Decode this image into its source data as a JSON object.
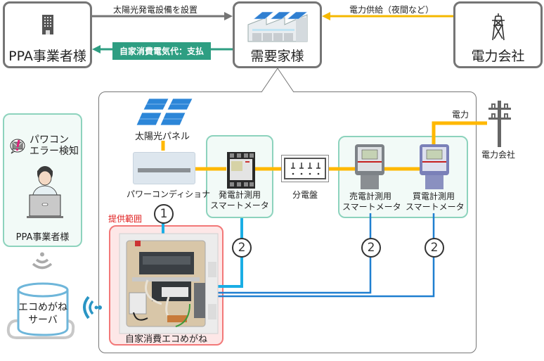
{
  "top": {
    "ppa_box": {
      "label": "PPA事業者様",
      "icon": "office-building-icon"
    },
    "customer_box": {
      "label": "需要家様",
      "icon": "factory-with-solar-icon"
    },
    "utility_box": {
      "label": "電力会社",
      "icon": "power-tower-icon"
    },
    "arrow_install": {
      "label": "太陽光発電設備を設置",
      "color": "#757575"
    },
    "arrow_payment": {
      "label": "自家消費電気代：支払",
      "color": "#2e9e82"
    },
    "arrow_supply": {
      "label": "電力供給（夜間など）",
      "color": "#f5b800"
    }
  },
  "left_panel": {
    "alert_label_line1": "パワコン",
    "alert_label_line2": "エラー検知",
    "alert_icon": "mail-alert-icon",
    "person_icon": "operator-with-laptop-icon",
    "person_label": "PPA事業者様"
  },
  "server": {
    "label_line1": "エコめがね",
    "label_line2": "サーバ",
    "wifi_icon": "wireless-signal-icon"
  },
  "diagram": {
    "solar_panel_label": "太陽光パネル",
    "power_conditioner_label": "パワーコンディショナ",
    "gen_meter_label_line1": "発電計測用",
    "gen_meter_label_line2": "スマートメータ",
    "distribution_board_label": "分電盤",
    "sell_meter_label_line1": "売電計測用",
    "sell_meter_label_line2": "スマートメータ",
    "buy_meter_label_line1": "買電計測用",
    "buy_meter_label_line2": "スマートメータ",
    "power_label": "電力",
    "utility_pole_label": "電力会社",
    "scope_label": "提供範囲",
    "device_label": "自家消費エコめがね",
    "circle_1": "1",
    "circle_2": "2",
    "colors": {
      "power_line": "#ffb800",
      "signal_line_thick": "#1aaee5",
      "signal_line_thin": "#1f7fd0",
      "scope_label": "#e02020"
    }
  }
}
